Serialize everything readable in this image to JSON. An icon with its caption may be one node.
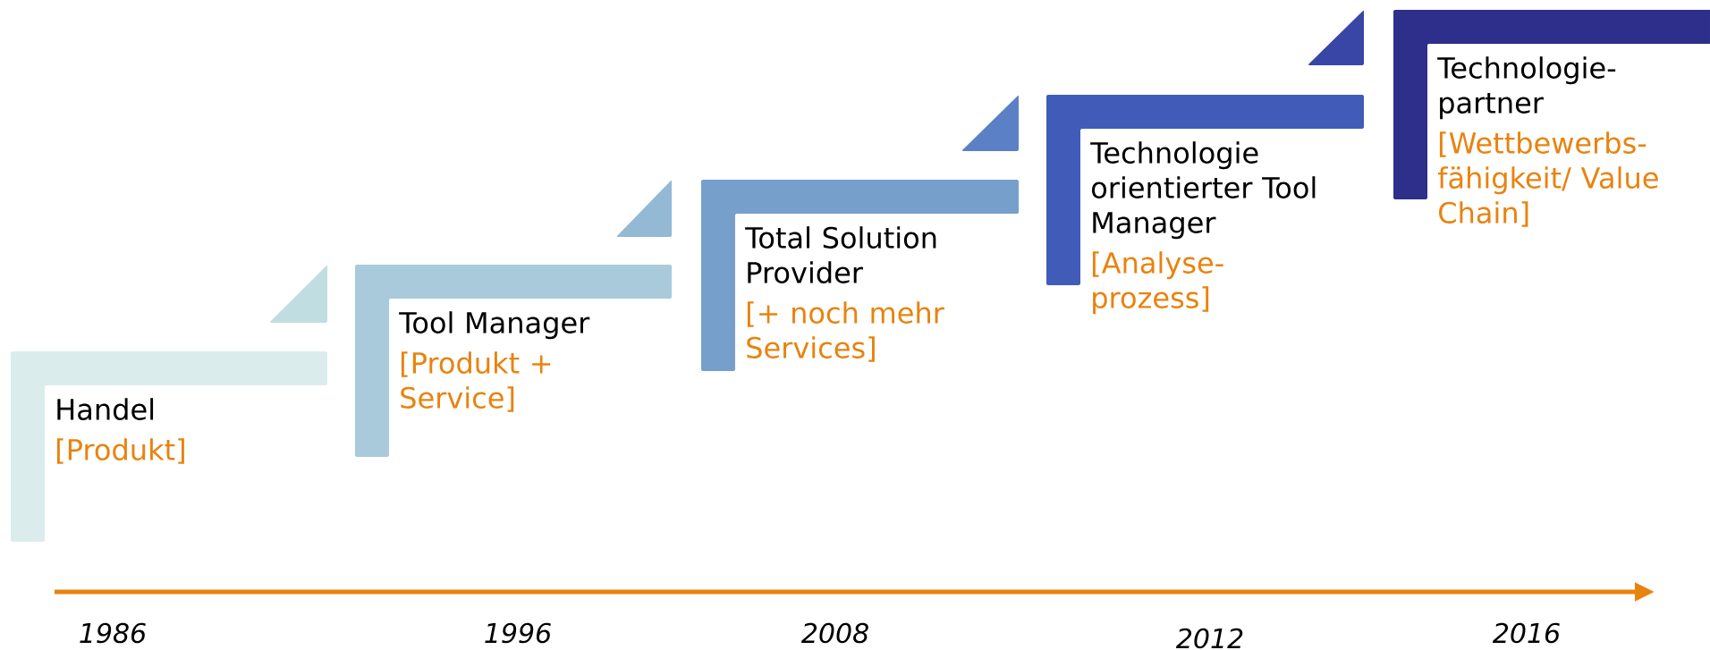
{
  "diagram": {
    "nodes": [
      {
        "text": [
          "Handel",
          "[Produkt]"
        ]
      },
      {
        "text": [
          "Tool Manager",
          "[Produkt + Service]"
        ]
      },
      {
        "text": [
          "Total Solution Provider",
          "[+ noch mehr Services]"
        ]
      },
      {
        "text": [
          "Technologie orientierter Tool Manager",
          "[Analyse-prozess]"
        ]
      },
      {
        "text": [
          "Technologie-partner",
          "[Wettbewerbs-fähigkeit/ Value Chain]"
        ]
      }
    ],
    "edges": [],
    "labels": [
      "1986",
      "1996",
      "2008",
      "2012",
      "2016"
    ]
  }
}
